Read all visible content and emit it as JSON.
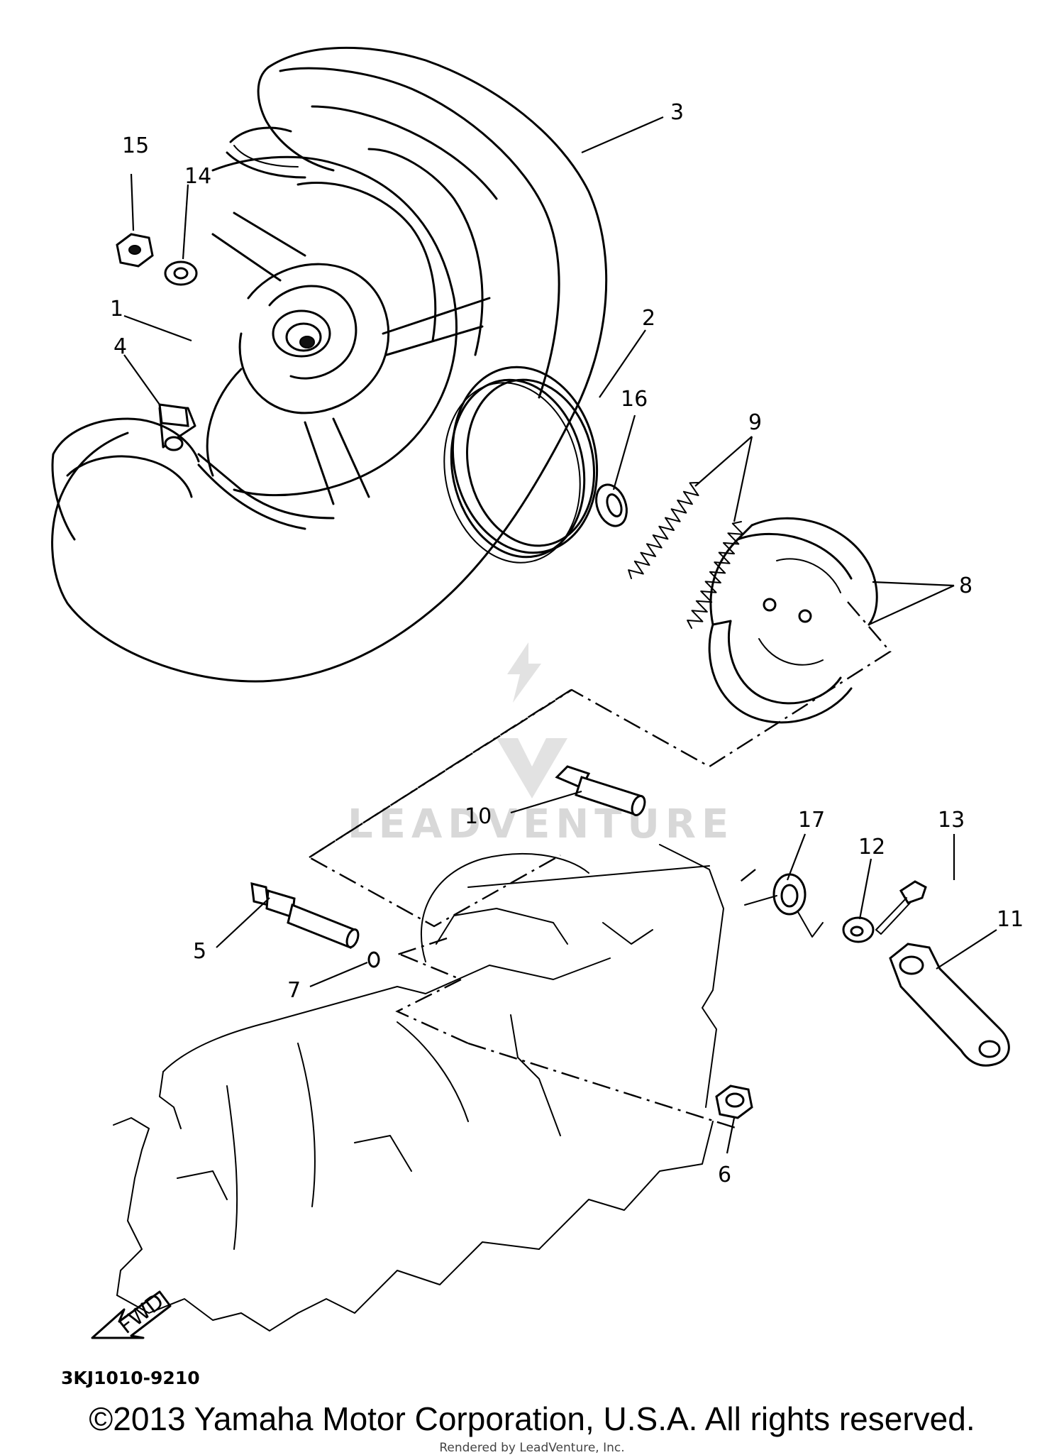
{
  "diagram": {
    "part_labels": [
      "1",
      "2",
      "3",
      "4",
      "5",
      "6",
      "7",
      "8",
      "9",
      "10",
      "11",
      "12",
      "13",
      "14",
      "15",
      "16",
      "17"
    ],
    "direction_arrow": "FWD",
    "diagram_code": "3KJ1010-9210"
  },
  "footer": {
    "copyright": "©2013 Yamaha Motor Corporation, U.S.A. All rights reserved.",
    "rendered_by": "Rendered by LeadVenture, Inc."
  },
  "watermark": {
    "text": "LEADVENTURE"
  }
}
